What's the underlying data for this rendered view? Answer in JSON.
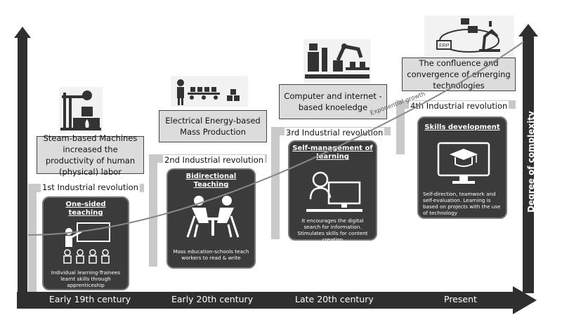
{
  "axes": {
    "y_label": "Degree of complexity",
    "x_labels": [
      "Early 19th century",
      "Early 20th century",
      "Late 20th century",
      "Present"
    ]
  },
  "curve_label": "Exponential growth",
  "revolutions": [
    {
      "label": "1st Industrial revolution",
      "callout": "Steam-based Machines increased the productivity of human (physical) labor",
      "card_title": "One-sided teaching",
      "card_desc": "Individual learning-Trainees learnt skills through apprenticeship"
    },
    {
      "label": "2nd Industrial revolution",
      "callout": "Electrical Energy-based Mass Production",
      "card_title": "Bidirectional Teaching",
      "card_desc": "Mass education-schools teach workers to read & write"
    },
    {
      "label": "3rd Industrial revolution",
      "callout": "Computer and internet - based knoeledge",
      "card_title": "Self-management of learning",
      "card_desc": "It encourages the digital search for information. Stimulates skills for content creation"
    },
    {
      "label": "4th Industrial revolution",
      "callout": "The confluence and convergence of emerging technologies",
      "card_title": "Skills development",
      "card_desc": "Self-direction, teamwork and self-evaluation. Learning is based on projects with the use of technology"
    }
  ],
  "icon_text": {
    "erp": "ERP"
  }
}
